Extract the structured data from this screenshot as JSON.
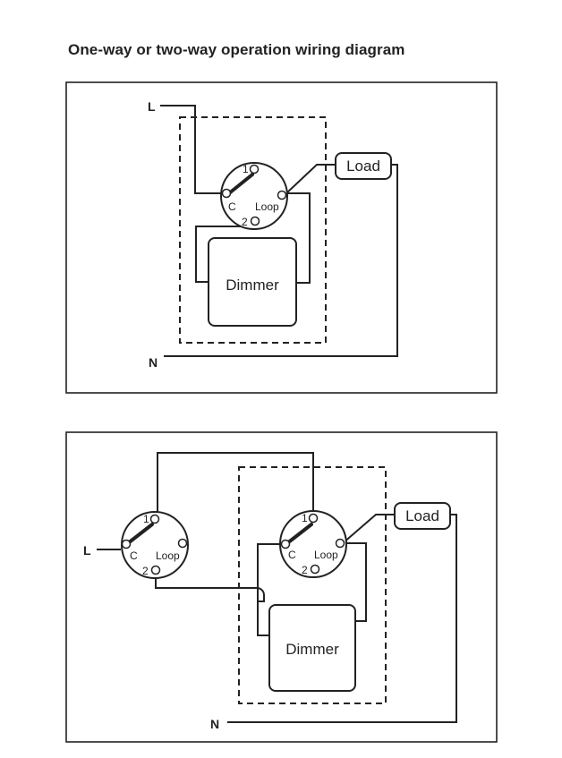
{
  "title": "One-way or two-way operation wiring diagram",
  "diagram_1": {
    "live_label": "L",
    "neutral_label": "N",
    "load_label": "Load",
    "dimmer_label": "Dimmer",
    "switch": {
      "terminal_1": "1",
      "terminal_2": "2",
      "common": "C",
      "loop": "Loop"
    }
  },
  "diagram_2": {
    "live_label": "L",
    "neutral_label": "N",
    "load_label": "Load",
    "dimmer_label": "Dimmer",
    "switch_a": {
      "terminal_1": "1",
      "terminal_2": "2",
      "common": "C",
      "loop": "Loop"
    },
    "switch_b": {
      "terminal_1": "1",
      "terminal_2": "2",
      "common": "C",
      "loop": "Loop"
    }
  }
}
